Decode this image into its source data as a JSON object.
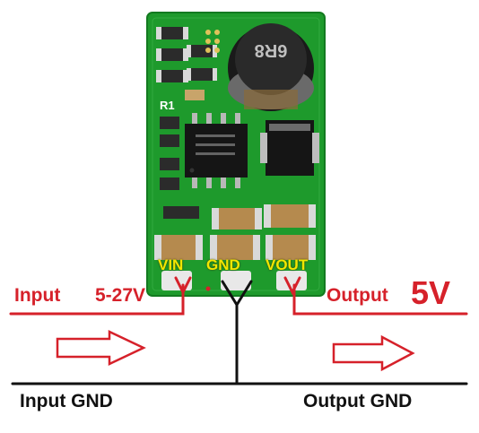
{
  "labels": {
    "input": "Input",
    "input_range": "5-27V",
    "output": "Output",
    "output_voltage": "5V",
    "input_gnd": "Input GND",
    "output_gnd": "Output GND"
  },
  "pins": {
    "vin": "VIN",
    "gnd": "GND",
    "vout": "VOUT"
  },
  "board_markings": {
    "resistor_ref": "R1",
    "inductor_code": "6R8"
  },
  "colors": {
    "pcb_green": "#1e9a2c",
    "arrow_red": "#d6212a",
    "pin_label_yellow": "#f2e600",
    "text_black": "#111111"
  }
}
